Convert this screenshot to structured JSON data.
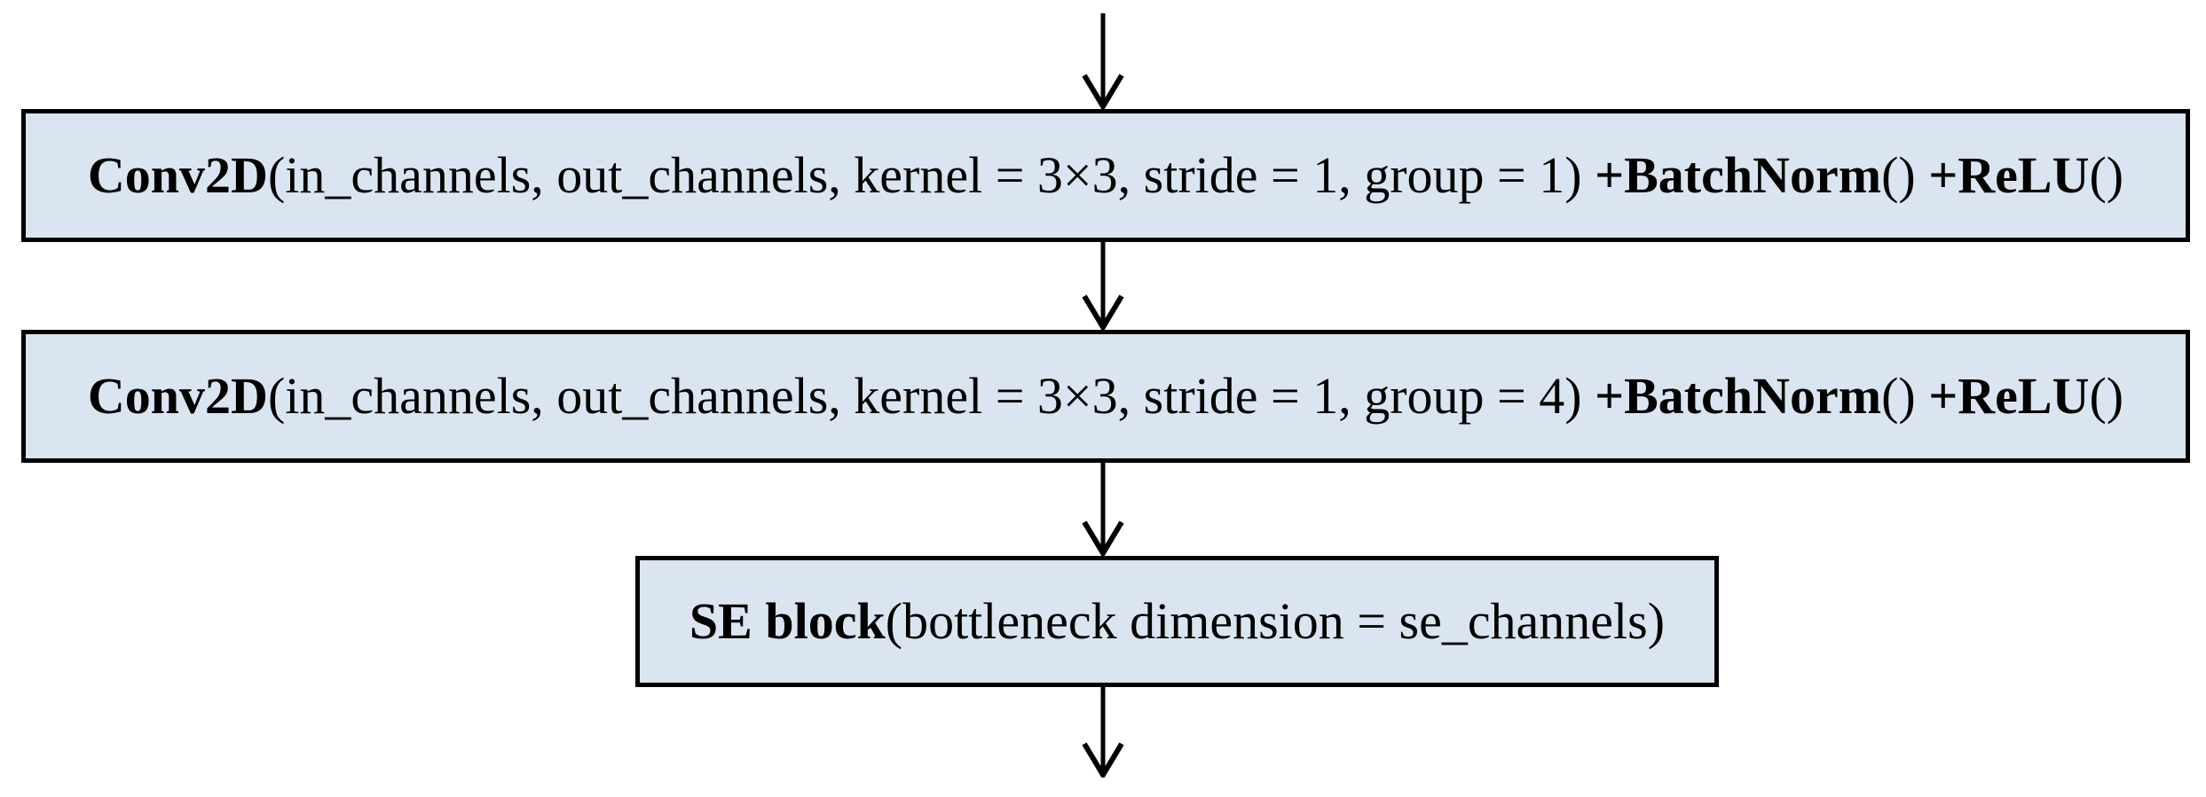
{
  "diagram": {
    "type": "flowchart",
    "colors": {
      "background": "#ffffff",
      "box_fill": "#dbe5f1",
      "box_border": "#000000",
      "arrow": "#000000",
      "text": "#000000"
    },
    "blocks": [
      {
        "name": "conv-block-group1",
        "fn": "Conv2D",
        "args": "(in_channels, out_channels, kernel = 3×3, stride = 1, group = 1) ",
        "bn": "+BatchNorm",
        "bn_parens": "() ",
        "relu": "+ReLU",
        "relu_parens": "()"
      },
      {
        "name": "conv-block-group4",
        "fn": "Conv2D",
        "args": "(in_channels, out_channels, kernel = 3×3, stride = 1, group = 4) ",
        "bn": "+BatchNorm",
        "bn_parens": "() ",
        "relu": "+ReLU",
        "relu_parens": "()"
      },
      {
        "name": "se-block",
        "fn": "SE block",
        "args": "(bottleneck dimension = se_channels)"
      }
    ]
  }
}
